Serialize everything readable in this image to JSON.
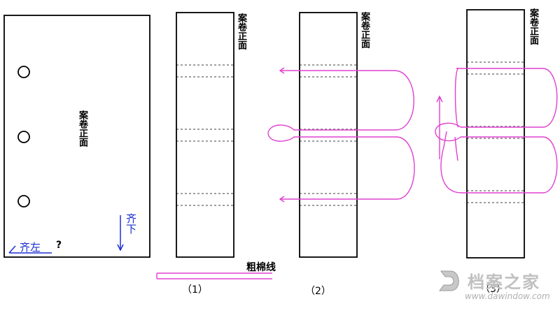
{
  "labels": {
    "cover_front": "案卷正面",
    "align_left": "齐左",
    "question_mark": "?",
    "align_bottom": "齐下",
    "thread": "粗棉线",
    "step1": "（1）",
    "step2": "（2）",
    "step3": "（3）"
  },
  "watermark": {
    "brand": "档案之家",
    "url": "www.dawindow.com"
  },
  "colors": {
    "outline": "#000000",
    "thread": "#e040d0",
    "annotation": "#1a2fd0",
    "watermark": "#b8b8b8"
  }
}
